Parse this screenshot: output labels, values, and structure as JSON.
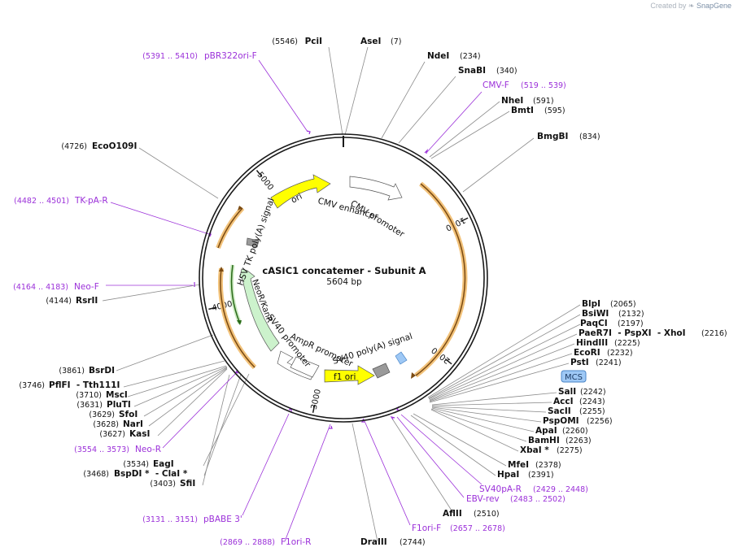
{
  "credit": {
    "prefix": "Created by",
    "brand": "SnapGene"
  },
  "map": {
    "name": "cASIC1 concatemer - Subunit A",
    "length": "5604 bp"
  },
  "ticks": [
    {
      "label": "1000",
      "bp": 1000
    },
    {
      "label": "2000",
      "bp": 2000
    },
    {
      "label": "3000",
      "bp": 3000
    },
    {
      "label": "4000",
      "bp": 4000
    },
    {
      "label": "5000",
      "bp": 5000
    }
  ],
  "features": [
    {
      "label": "CMV enhancer",
      "type": "enhancer",
      "color": "#ffffff"
    },
    {
      "label": "CMV promoter",
      "type": "promoter",
      "color": "#ffffff"
    },
    {
      "label": "SV40 poly(A) signal",
      "type": "terminator",
      "color": "#8c8c8c"
    },
    {
      "label": "f1 ori",
      "type": "ori",
      "color": "#ffff00"
    },
    {
      "label": "AmpR promoter",
      "type": "promoter",
      "color": "#ffffff"
    },
    {
      "label": "SV40 promoter",
      "type": "promoter",
      "color": "#ffffff"
    },
    {
      "label": "NeoR/KanR",
      "type": "cds",
      "color": "#ccf2cc"
    },
    {
      "label": "HSV TK poly(A) signal",
      "type": "terminator",
      "color": "#8c8c8c"
    },
    {
      "label": "ori",
      "type": "ori",
      "color": "#ffff00"
    }
  ],
  "enzymes": [
    {
      "name": "PciI",
      "pos": "(5546)"
    },
    {
      "name": "AseI",
      "pos": "(7)"
    },
    {
      "name": "NdeI",
      "pos": "(234)"
    },
    {
      "name": "SnaBI",
      "pos": "(340)"
    },
    {
      "name": "NheI",
      "pos": "(591)"
    },
    {
      "name": "BmtI",
      "pos": "(595)"
    },
    {
      "name": "BmgBI",
      "pos": "(834)"
    },
    {
      "name": "BlpI",
      "pos": "(2065)"
    },
    {
      "name": "BsiWI",
      "pos": "(2132)"
    },
    {
      "name": "PaqCI",
      "pos": "(2197)"
    },
    {
      "name": "PaeR7I  - PspXI  - XhoI",
      "pos": "(2216)"
    },
    {
      "name": "HindIII",
      "pos": "(2225)"
    },
    {
      "name": "EcoRI",
      "pos": "(2232)"
    },
    {
      "name": "PstI",
      "pos": "(2241)"
    },
    {
      "name": "SalI",
      "pos": "(2242)"
    },
    {
      "name": "AccI",
      "pos": "(2243)"
    },
    {
      "name": "SacII",
      "pos": "(2255)"
    },
    {
      "name": "PspOMI",
      "pos": "(2256)"
    },
    {
      "name": "ApaI",
      "pos": "(2260)"
    },
    {
      "name": "BamHI",
      "pos": "(2263)"
    },
    {
      "name": "XbaI *",
      "pos": "(2275)"
    },
    {
      "name": "MfeI",
      "pos": "(2378)"
    },
    {
      "name": "HpaI",
      "pos": "(2391)"
    },
    {
      "name": "AflII",
      "pos": "(2510)"
    },
    {
      "name": "DraIII",
      "pos": "(2744)"
    },
    {
      "name": "EagI",
      "pos": "(3534)"
    },
    {
      "name": "BspDI *  - ClaI *",
      "pos": "(3468)"
    },
    {
      "name": "SfiI",
      "pos": "(3403)"
    },
    {
      "name": "KasI",
      "pos": "(3627)"
    },
    {
      "name": "NarI",
      "pos": "(3628)"
    },
    {
      "name": "SfoI",
      "pos": "(3629)"
    },
    {
      "name": "PluTI",
      "pos": "(3631)"
    },
    {
      "name": "MscI",
      "pos": "(3710)"
    },
    {
      "name": "PflFI  - Tth111I",
      "pos": "(3746)"
    },
    {
      "name": "BsrDI",
      "pos": "(3861)"
    },
    {
      "name": "RsrII",
      "pos": "(4144)"
    },
    {
      "name": "EcoO109I",
      "pos": "(4726)"
    }
  ],
  "primers": [
    {
      "name": "pBR322ori-F",
      "range": "(5391 .. 5410)"
    },
    {
      "name": "CMV-F",
      "range": "(519 .. 539)"
    },
    {
      "name": "SV40pA-R",
      "range": "(2429 .. 2448)"
    },
    {
      "name": "EBV-rev",
      "range": "(2483 .. 2502)"
    },
    {
      "name": "F1ori-F",
      "range": "(2657 .. 2678)"
    },
    {
      "name": "F1ori-R",
      "range": "(2869 .. 2888)"
    },
    {
      "name": "pBABE 3'",
      "range": "(3131 .. 3151)"
    },
    {
      "name": "Neo-R",
      "range": "(3554 .. 3573)"
    },
    {
      "name": "Neo-F",
      "range": "(4164 .. 4183)"
    },
    {
      "name": "TK-pA-R",
      "range": "(4482 .. 4501)"
    }
  ],
  "mcs": {
    "label": "MCS"
  },
  "colors": {
    "backbone": "#1a1a1a",
    "primer": "#9b30d9",
    "enzyme_line": "#8c8c8c",
    "arc": "#f2c27a",
    "arc_core": "#7a4a12",
    "mcs_fill": "#9ec8f5",
    "mcs_border": "#4a86c8"
  }
}
